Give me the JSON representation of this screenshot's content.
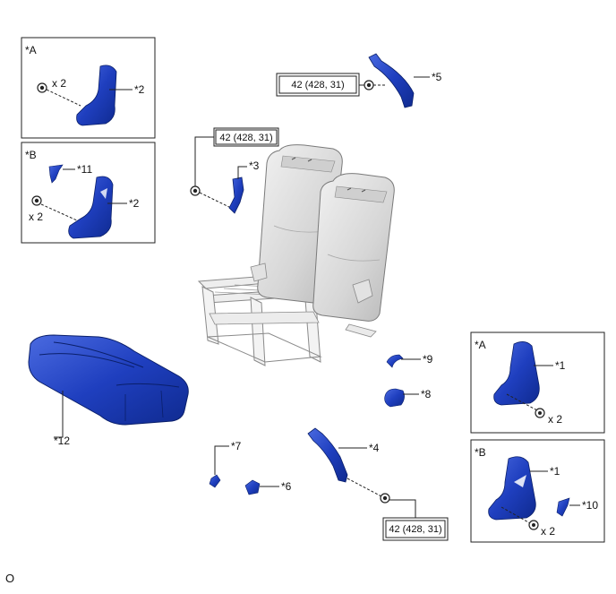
{
  "inset_labels": {
    "a_top": "*A",
    "b_top": "*B",
    "a_right": "*A",
    "b_right": "*B"
  },
  "torque": {
    "top_right": "42 (428, 31)",
    "middle": "42 (428, 31)",
    "bottom": "42 (428, 31)"
  },
  "quantities": {
    "a_top": "x 2",
    "b_top": "x 2",
    "a_right": "x 2",
    "b_right": "x 2"
  },
  "callouts": {
    "c1a": "*1",
    "c1b": "*1",
    "c2a": "*2",
    "c2b": "*2",
    "c3": "*3",
    "c4": "*4",
    "c5": "*5",
    "c6": "*6",
    "c7": "*7",
    "c8": "*8",
    "c9": "*9",
    "c10": "*10",
    "c11": "*11",
    "c12": "*12"
  },
  "footer_code": "O",
  "colors": {
    "part_blue": "#1f3fbf",
    "part_blue_dark": "#0f2a8f",
    "part_blue_light": "#4a6ae0",
    "seat_gray": "#d9d9d9",
    "seat_outline": "#8a8a8a",
    "frame_gray": "#e8e8e8"
  }
}
